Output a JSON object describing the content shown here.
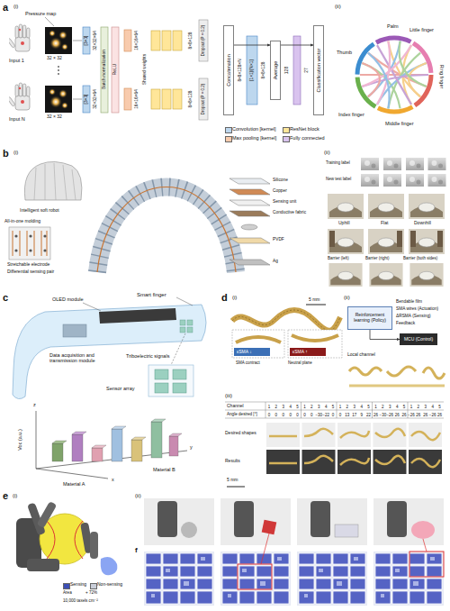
{
  "diagram": {
    "nodes": [
      {
        "text": [
          "Concatenation"
        ]
      },
      {
        "text": [
          "Average"
        ]
      },
      {
        "text": [
          "Classification vector"
        ]
      },
      {
        "text": [
          "Reinforcement learning (Policy)"
        ]
      },
      {
        "text": [
          "MCU (Control)"
        ]
      }
    ],
    "edges": [
      {
        "from": 0,
        "to": 1,
        "arrow": "to"
      },
      {
        "from": 1,
        "to": 2,
        "arrow": "to"
      },
      {
        "from": 3,
        "to": 4,
        "arrow": "to"
      }
    ],
    "labels": [
      "a",
      "(i)",
      "Pressure map",
      "Input 1",
      "Input N",
      "32 × 32",
      "32 × 32",
      "[3×3]",
      "[3×3]",
      "32×32×64",
      "32×32×64",
      "Batch normalization",
      "ReLU",
      "16×16×64",
      "16×16×64",
      "Shared weights",
      "8×8×128",
      "8×8×128",
      "Dropout (P = 0.2)",
      "Dropout (P = 0.2)",
      "8×8×128×N",
      "[1×1]/[N×1]",
      "8×8×128",
      "128",
      "27",
      "(ii)",
      "Palm",
      "Little finger",
      "Ring finger",
      "Middle finger",
      "Index finger",
      "Thumb",
      "b",
      "(i)",
      "Intelligent soft robot",
      "All-in-one molding",
      "Stretchable electrode",
      "Differential sensing pair",
      "Silicone",
      "Copper",
      "Sensing unit",
      "Conductive fabric",
      "PVDF",
      "Ag",
      "(ii)",
      "Training label",
      "New test label",
      "Uphill",
      "Flat",
      "Downhill",
      "Barrier (left)",
      "Barrier (right)",
      "Barrier (both sides)",
      "c",
      "Smart finger",
      "OLED module",
      "Data acquisition and transmission module",
      "Triboelectric signals",
      "Sensor array",
      "Voc (a.u.)",
      "x",
      "y",
      "z",
      "Material A",
      "Material B",
      "d",
      "(i)",
      "5 mm",
      "εSMA ↓",
      "εSMA ↑",
      "SMA contract",
      "Neutral plane",
      "(ii)",
      "Bendable film",
      "SMA wires (Actuation)",
      "ΔRSMA (Sensing)",
      "Feedback",
      "Local channel",
      "(iii)",
      "Channel",
      "Angle desired [°]",
      "1",
      "2",
      "3",
      "4",
      "5",
      "1",
      "2",
      "3",
      "4",
      "5",
      "1",
      "2",
      "3",
      "4",
      "5",
      "1",
      "2",
      "3",
      "4",
      "5",
      "1",
      "2",
      "3",
      "4",
      "5",
      "0",
      "0",
      "0",
      "0",
      "0",
      "0",
      "0",
      "−30",
      "−22",
      "0",
      "0",
      "13",
      "17",
      "9",
      "22",
      "26",
      "−30",
      "−26",
      "26",
      "26",
      "−26",
      "26",
      "26",
      "−26",
      "26",
      "Desired shapes",
      "Results",
      "5 mm",
      "e",
      "(i)",
      "Area",
      "+ 72%",
      "10,000 taxels cm⁻²",
      "(ii)",
      "f"
    ],
    "legend": [
      {
        "text": "Convolution [kernel]",
        "color": "#bdd7ee"
      },
      {
        "text": "Max pooling [kernel]",
        "color": "#f8cbad"
      },
      {
        "text": "ResNet block",
        "color": "#ffe699"
      },
      {
        "text": "Fully connected",
        "color": "#d9c3ee"
      },
      {
        "text": "Sensing",
        "color": "#3d4fb5"
      },
      {
        "text": "Non-sensing",
        "color": "#c9cdd8"
      }
    ]
  }
}
